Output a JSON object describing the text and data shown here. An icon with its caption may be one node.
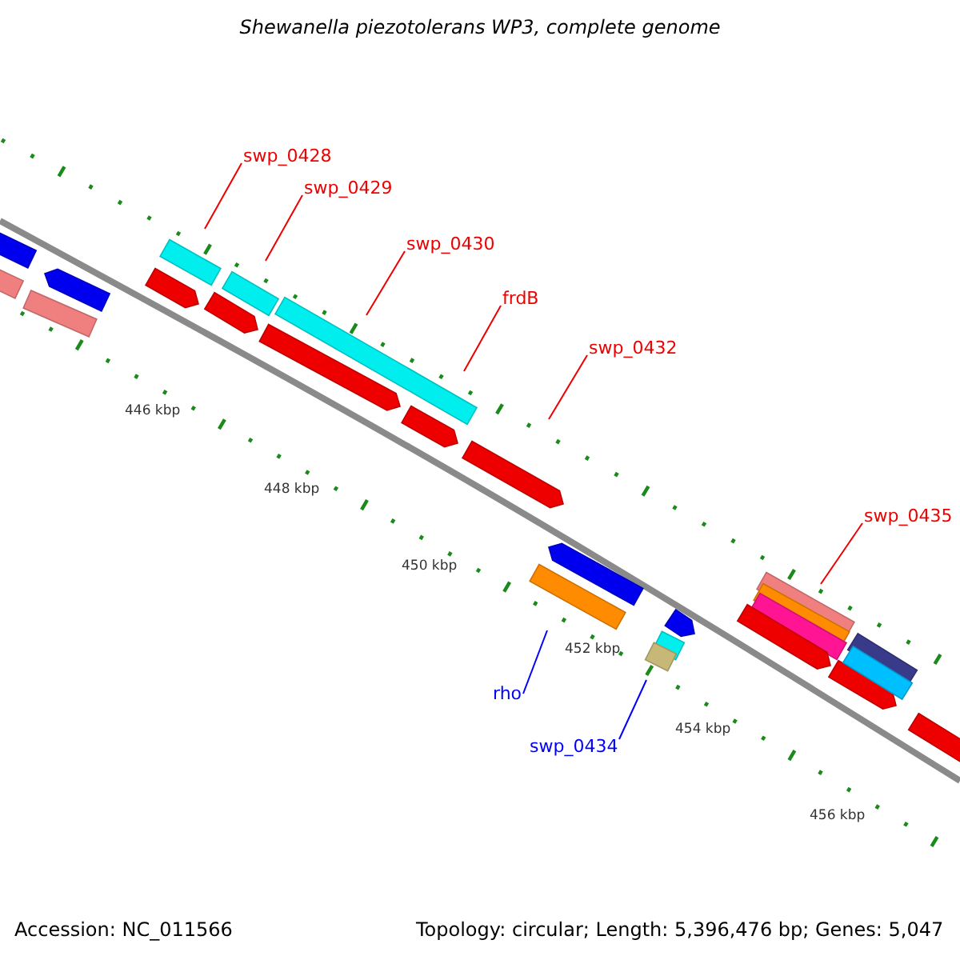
{
  "diagram": {
    "title": "Shewanella piezotolerans WP3, complete genome",
    "nodes": [
      {
        "text": [
          "swp_0428"
        ]
      },
      {
        "text": [
          "swp_0429"
        ]
      },
      {
        "text": [
          "swp_0430"
        ]
      },
      {
        "text": [
          "frdB"
        ]
      },
      {
        "text": [
          "swp_0432"
        ]
      },
      {
        "text": [
          "swp_0435"
        ]
      },
      {
        "text": [
          "rho"
        ]
      },
      {
        "text": [
          "swp_0434"
        ]
      }
    ],
    "edges": [
      {
        "from": 0,
        "to": null,
        "arrow": "none"
      },
      {
        "from": 1,
        "to": null,
        "arrow": "none"
      },
      {
        "from": 2,
        "to": null,
        "arrow": "none"
      },
      {
        "from": 3,
        "to": null,
        "arrow": "none"
      },
      {
        "from": 4,
        "to": null,
        "arrow": "none"
      },
      {
        "from": 5,
        "to": null,
        "arrow": "none"
      },
      {
        "from": 6,
        "to": null,
        "arrow": "none",
        "color": "#0000ff"
      },
      {
        "from": 7,
        "to": null,
        "arrow": "none",
        "color": "#0000ff"
      }
    ],
    "labels": [
      "446 kbp",
      "448 kbp",
      "450 kbp",
      "452 kbp",
      "454 kbp",
      "456 kbp",
      "Accession: NC_011566",
      "Topology: circular; Length: 5,396,476 bp; Genes: 5,047"
    ]
  }
}
